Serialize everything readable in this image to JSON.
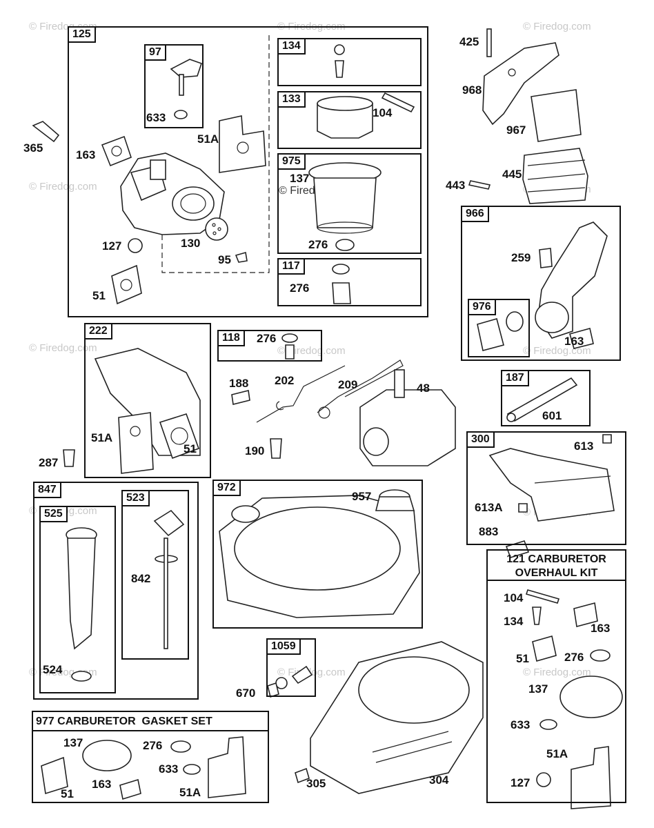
{
  "watermark": "© Firedog.com",
  "boxes": {
    "b125": "125",
    "b97": "97",
    "b134": "134",
    "b133": "133",
    "b975": "975",
    "b117": "117",
    "b222": "222",
    "b118": "118",
    "b966": "966",
    "b976": "976",
    "b187": "187",
    "b300": "300",
    "b847": "847",
    "b525": "525",
    "b523": "523",
    "b972": "972",
    "b1059": "1059"
  },
  "titles": {
    "kit121_line1": "121 CARBURETOR",
    "kit121_line2": "OVERHAUL KIT",
    "set977": "977 CARBURETOR  GASKET SET"
  },
  "labels": {
    "l633a": "633",
    "l51a_1": "51A",
    "l365": "365",
    "l163a": "163",
    "l127a": "127",
    "l130": "130",
    "l95": "95",
    "l51_1": "51",
    "l104a": "104",
    "l137a": "137",
    "l276a": "276",
    "l276b": "276",
    "l425": "425",
    "l968": "968",
    "l967": "967",
    "l443": "443",
    "l445": "445",
    "l259": "259",
    "l163b": "163",
    "l276c": "276",
    "l188": "188",
    "l202": "202",
    "l209": "209",
    "l48": "48",
    "l190": "190",
    "l51a_2": "51A",
    "l51_2": "51",
    "l287": "287",
    "l601": "601",
    "l613": "613",
    "l613a": "613A",
    "l883": "883",
    "l957": "957",
    "l842": "842",
    "l524": "524",
    "l670": "670",
    "l304": "304",
    "l305": "305",
    "l104b": "104",
    "l134b": "134",
    "l163c": "163",
    "l51_3": "51",
    "l276d": "276",
    "l137b": "137",
    "l633b": "633",
    "l51a_3": "51A",
    "l127b": "127",
    "l137c": "137",
    "l276e": "276",
    "l633c": "633",
    "l51_4": "51",
    "l163d": "163",
    "l51a_4": "51A"
  }
}
